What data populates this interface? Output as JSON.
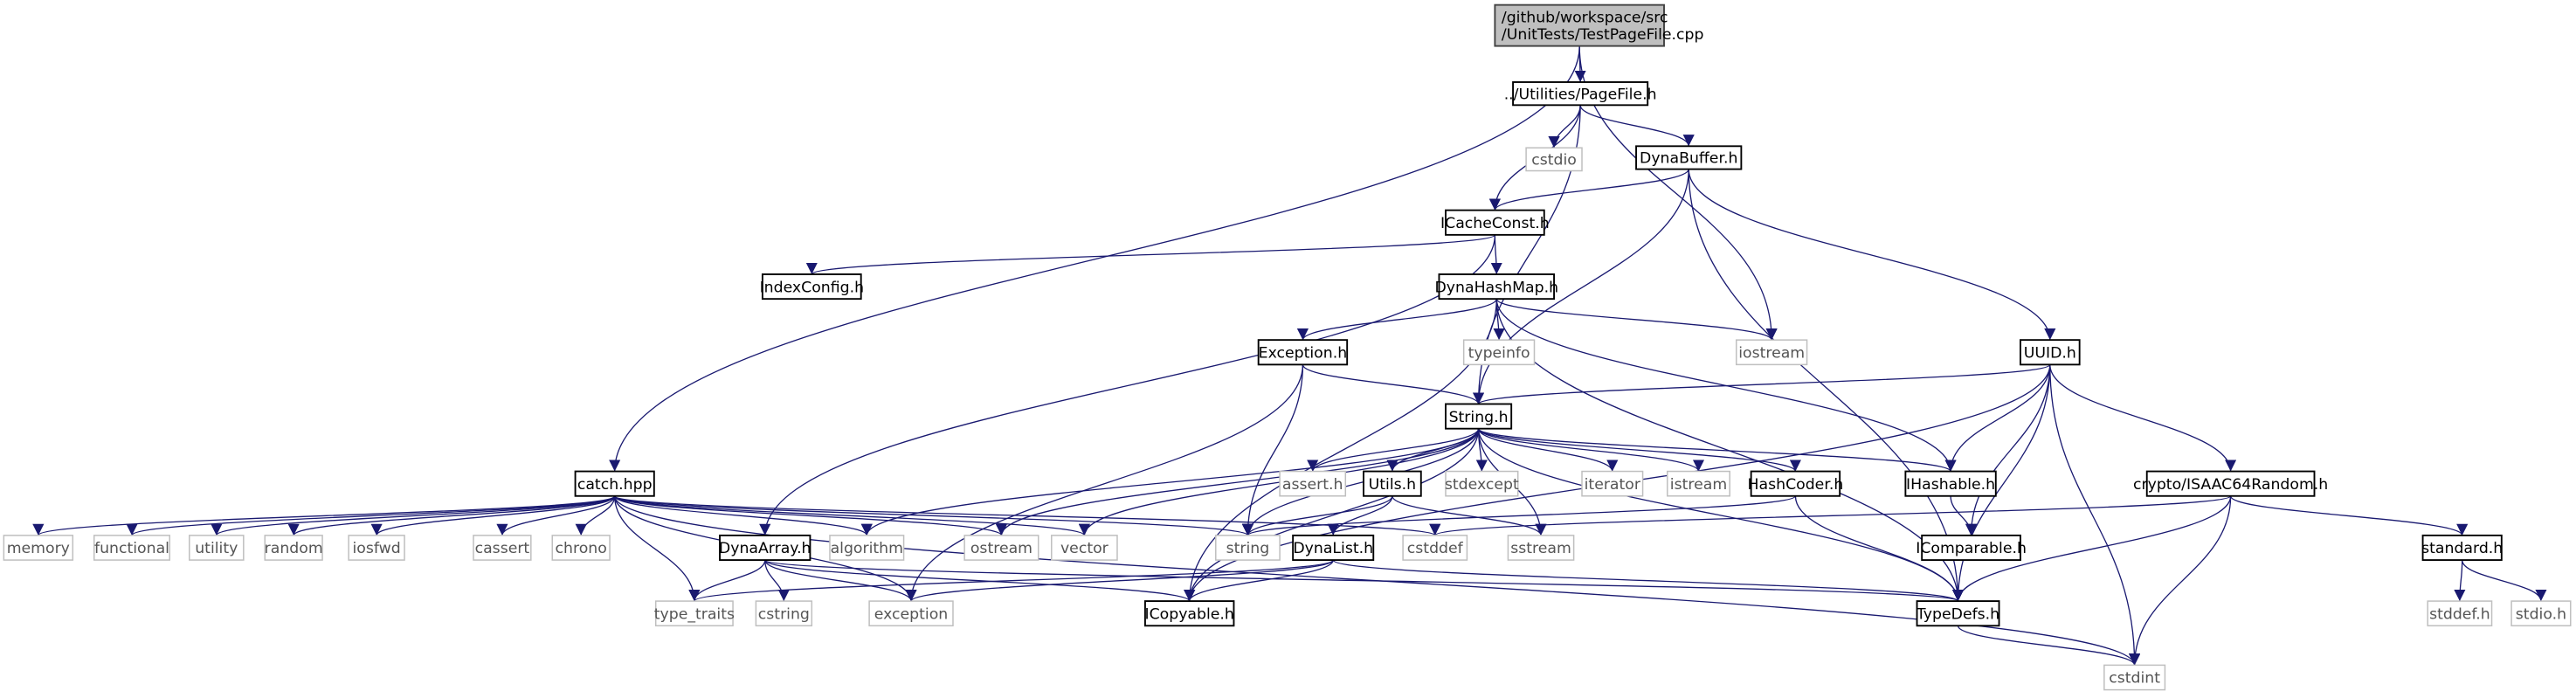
{
  "graph": {
    "edge_color": "#191970",
    "root_fill": "#bfbfbf",
    "nodes": [
      {
        "id": "root",
        "label": [
          "/github/workspace/src",
          "/UnitTests/TestPageFile.cpp"
        ],
        "kind": "root"
      },
      {
        "id": "pagefile",
        "label": [
          "../Utilities/PageFile.h"
        ],
        "kind": "file"
      },
      {
        "id": "cstdio",
        "label": [
          "cstdio"
        ],
        "kind": "sys"
      },
      {
        "id": "dynabuffer",
        "label": [
          "DynaBuffer.h"
        ],
        "kind": "file"
      },
      {
        "id": "icacheconst",
        "label": [
          "ICacheConst.h"
        ],
        "kind": "file"
      },
      {
        "id": "indexconfig",
        "label": [
          "IndexConfig.h"
        ],
        "kind": "file"
      },
      {
        "id": "dynahashmap",
        "label": [
          "DynaHashMap.h"
        ],
        "kind": "file"
      },
      {
        "id": "exception_h",
        "label": [
          "Exception.h"
        ],
        "kind": "file"
      },
      {
        "id": "typeinfo",
        "label": [
          "typeinfo"
        ],
        "kind": "sys"
      },
      {
        "id": "iostream",
        "label": [
          "iostream"
        ],
        "kind": "sys"
      },
      {
        "id": "uuid",
        "label": [
          "UUID.h"
        ],
        "kind": "file"
      },
      {
        "id": "string_h",
        "label": [
          "String.h"
        ],
        "kind": "file"
      },
      {
        "id": "catch",
        "label": [
          "catch.hpp"
        ],
        "kind": "file"
      },
      {
        "id": "assert",
        "label": [
          "assert.h"
        ],
        "kind": "sys"
      },
      {
        "id": "utils",
        "label": [
          "Utils.h"
        ],
        "kind": "file"
      },
      {
        "id": "stdexcept",
        "label": [
          "stdexcept"
        ],
        "kind": "sys"
      },
      {
        "id": "iterator",
        "label": [
          "iterator"
        ],
        "kind": "sys"
      },
      {
        "id": "istream",
        "label": [
          "istream"
        ],
        "kind": "sys"
      },
      {
        "id": "hashcoder",
        "label": [
          "HashCoder.h"
        ],
        "kind": "file"
      },
      {
        "id": "ihashable",
        "label": [
          "IHashable.h"
        ],
        "kind": "file"
      },
      {
        "id": "isaac",
        "label": [
          "crypto/ISAAC64Random.h"
        ],
        "kind": "file"
      },
      {
        "id": "memory",
        "label": [
          "memory"
        ],
        "kind": "sys"
      },
      {
        "id": "functional",
        "label": [
          "functional"
        ],
        "kind": "sys"
      },
      {
        "id": "utility",
        "label": [
          "utility"
        ],
        "kind": "sys"
      },
      {
        "id": "random",
        "label": [
          "random"
        ],
        "kind": "sys"
      },
      {
        "id": "iosfwd",
        "label": [
          "iosfwd"
        ],
        "kind": "sys"
      },
      {
        "id": "cassert",
        "label": [
          "cassert"
        ],
        "kind": "sys"
      },
      {
        "id": "chrono",
        "label": [
          "chrono"
        ],
        "kind": "sys"
      },
      {
        "id": "dynaarray",
        "label": [
          "DynaArray.h"
        ],
        "kind": "file"
      },
      {
        "id": "algorithm",
        "label": [
          "algorithm"
        ],
        "kind": "sys"
      },
      {
        "id": "ostream",
        "label": [
          "ostream"
        ],
        "kind": "sys"
      },
      {
        "id": "vector",
        "label": [
          "vector"
        ],
        "kind": "sys"
      },
      {
        "id": "string",
        "label": [
          "string"
        ],
        "kind": "sys"
      },
      {
        "id": "dynalist",
        "label": [
          "DynaList.h"
        ],
        "kind": "file"
      },
      {
        "id": "cstddef",
        "label": [
          "cstddef"
        ],
        "kind": "sys"
      },
      {
        "id": "sstream",
        "label": [
          "sstream"
        ],
        "kind": "sys"
      },
      {
        "id": "icomparable",
        "label": [
          "IComparable.h"
        ],
        "kind": "file"
      },
      {
        "id": "standard",
        "label": [
          "standard.h"
        ],
        "kind": "file"
      },
      {
        "id": "type_traits",
        "label": [
          "type_traits"
        ],
        "kind": "sys"
      },
      {
        "id": "cstring",
        "label": [
          "cstring"
        ],
        "kind": "sys"
      },
      {
        "id": "exception",
        "label": [
          "exception"
        ],
        "kind": "sys"
      },
      {
        "id": "icopyable",
        "label": [
          "ICopyable.h"
        ],
        "kind": "file"
      },
      {
        "id": "typedefs",
        "label": [
          "TypeDefs.h"
        ],
        "kind": "file"
      },
      {
        "id": "stddef",
        "label": [
          "stddef.h"
        ],
        "kind": "sys"
      },
      {
        "id": "stdio",
        "label": [
          "stdio.h"
        ],
        "kind": "sys"
      },
      {
        "id": "cstdint",
        "label": [
          "cstdint"
        ],
        "kind": "sys"
      }
    ],
    "edges": [
      [
        "root",
        "pagefile"
      ],
      [
        "root",
        "catch"
      ],
      [
        "root",
        "iostream"
      ],
      [
        "pagefile",
        "cstdio"
      ],
      [
        "pagefile",
        "dynabuffer"
      ],
      [
        "pagefile",
        "icacheconst"
      ],
      [
        "pagefile",
        "string_h"
      ],
      [
        "dynabuffer",
        "icacheconst"
      ],
      [
        "dynabuffer",
        "string_h"
      ],
      [
        "dynabuffer",
        "uuid"
      ],
      [
        "dynabuffer",
        "typedefs"
      ],
      [
        "icacheconst",
        "indexconfig"
      ],
      [
        "icacheconst",
        "dynahashmap"
      ],
      [
        "icacheconst",
        "dynaarray"
      ],
      [
        "dynahashmap",
        "exception_h"
      ],
      [
        "dynahashmap",
        "typeinfo"
      ],
      [
        "dynahashmap",
        "iostream"
      ],
      [
        "dynahashmap",
        "icopyable"
      ],
      [
        "dynahashmap",
        "ihashable"
      ],
      [
        "dynahashmap",
        "typedefs"
      ],
      [
        "exception_h",
        "string_h"
      ],
      [
        "exception_h",
        "string"
      ],
      [
        "exception_h",
        "exception"
      ],
      [
        "uuid",
        "string_h"
      ],
      [
        "uuid",
        "ihashable"
      ],
      [
        "uuid",
        "icomparable"
      ],
      [
        "uuid",
        "icopyable"
      ],
      [
        "uuid",
        "typedefs"
      ],
      [
        "uuid",
        "isaac"
      ],
      [
        "uuid",
        "cstdint"
      ],
      [
        "string_h",
        "algorithm"
      ],
      [
        "string_h",
        "ostream"
      ],
      [
        "string_h",
        "vector"
      ],
      [
        "string_h",
        "string"
      ],
      [
        "string_h",
        "icopyable"
      ],
      [
        "string_h",
        "assert"
      ],
      [
        "string_h",
        "utils"
      ],
      [
        "string_h",
        "stdexcept"
      ],
      [
        "string_h",
        "sstream"
      ],
      [
        "string_h",
        "iterator"
      ],
      [
        "string_h",
        "istream"
      ],
      [
        "string_h",
        "hashcoder"
      ],
      [
        "string_h",
        "ihashable"
      ],
      [
        "string_h",
        "typedefs"
      ],
      [
        "catch",
        "memory"
      ],
      [
        "catch",
        "functional"
      ],
      [
        "catch",
        "utility"
      ],
      [
        "catch",
        "random"
      ],
      [
        "catch",
        "iosfwd"
      ],
      [
        "catch",
        "cassert"
      ],
      [
        "catch",
        "chrono"
      ],
      [
        "catch",
        "algorithm"
      ],
      [
        "catch",
        "ostream"
      ],
      [
        "catch",
        "vector"
      ],
      [
        "catch",
        "string"
      ],
      [
        "catch",
        "cstddef"
      ],
      [
        "catch",
        "type_traits"
      ],
      [
        "catch",
        "exception"
      ],
      [
        "catch",
        "cstdint"
      ],
      [
        "utils",
        "string"
      ],
      [
        "utils",
        "dynalist"
      ],
      [
        "utils",
        "sstream"
      ],
      [
        "hashcoder",
        "string"
      ],
      [
        "hashcoder",
        "typedefs"
      ],
      [
        "ihashable",
        "icomparable"
      ],
      [
        "isaac",
        "cstddef"
      ],
      [
        "isaac",
        "typedefs"
      ],
      [
        "isaac",
        "cstdint"
      ],
      [
        "isaac",
        "standard"
      ],
      [
        "standard",
        "stddef"
      ],
      [
        "standard",
        "stdio"
      ],
      [
        "dynaarray",
        "type_traits"
      ],
      [
        "dynaarray",
        "cstring"
      ],
      [
        "dynaarray",
        "exception"
      ],
      [
        "dynaarray",
        "icopyable"
      ],
      [
        "dynaarray",
        "typedefs"
      ],
      [
        "dynalist",
        "type_traits"
      ],
      [
        "dynalist",
        "exception"
      ],
      [
        "dynalist",
        "icopyable"
      ],
      [
        "dynalist",
        "typedefs"
      ],
      [
        "typedefs",
        "cstdint"
      ]
    ]
  }
}
